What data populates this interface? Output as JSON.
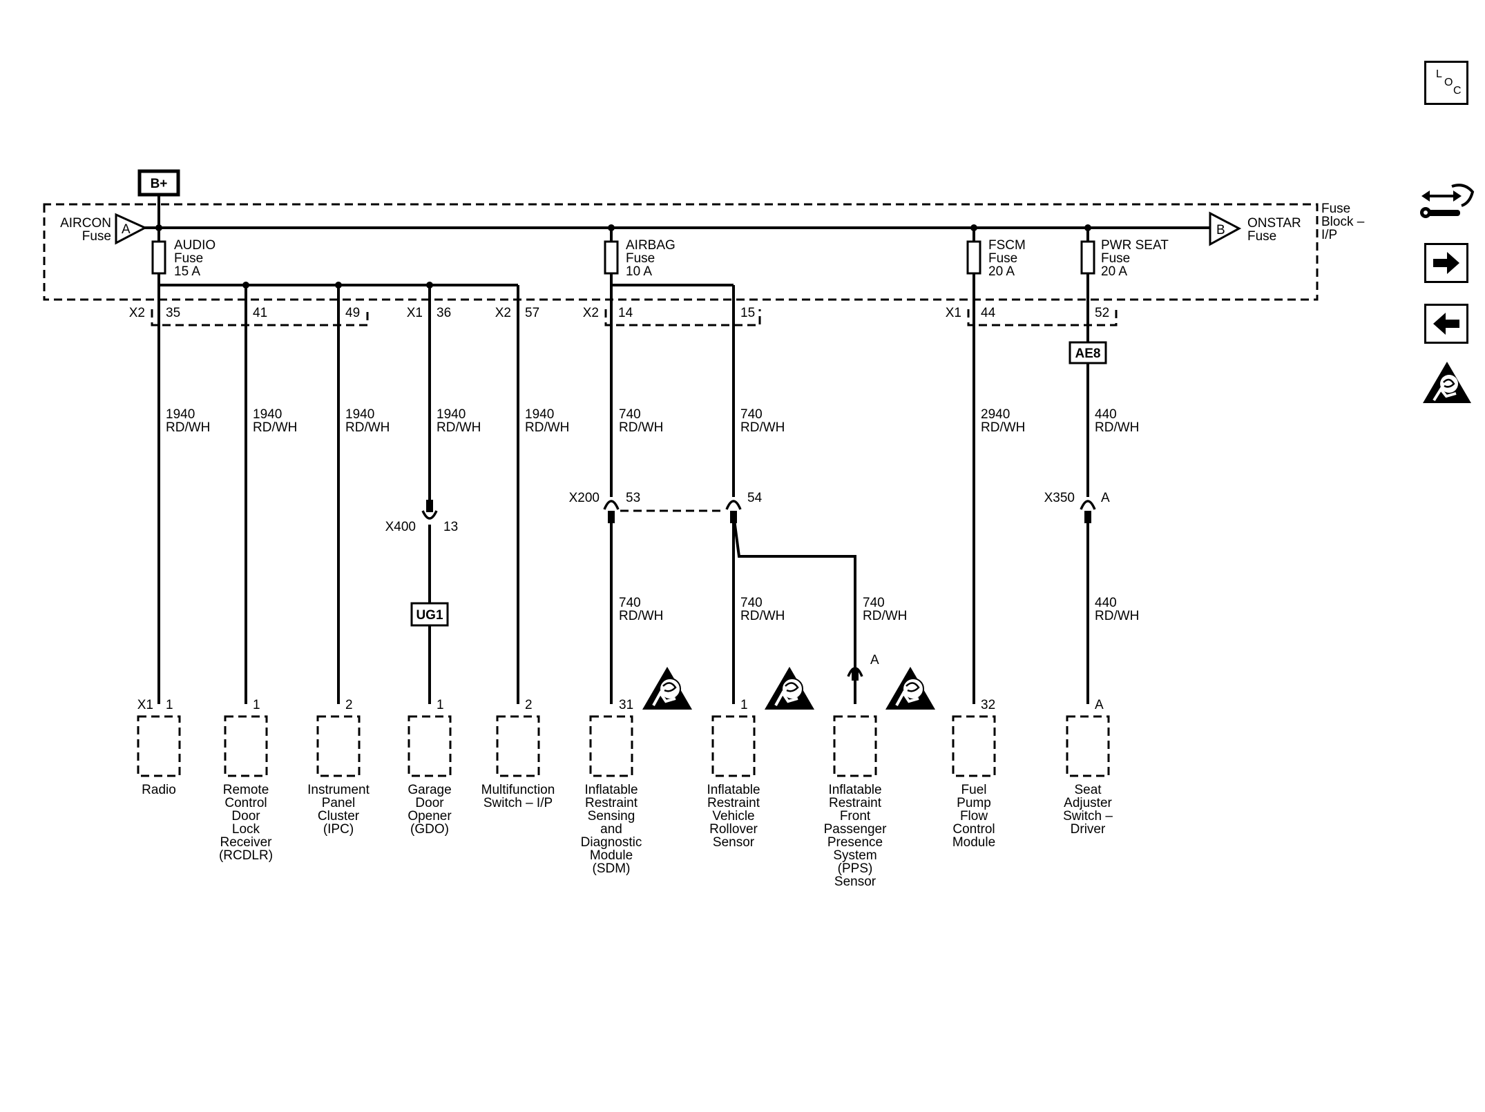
{
  "power_source": "B+",
  "fuse_block": {
    "label": [
      "Fuse",
      "Block –",
      "I/P"
    ]
  },
  "feeds": {
    "left": {
      "name": "AIRCON",
      "sub": "Fuse",
      "letter": "A"
    },
    "right": {
      "name": "ONSTAR",
      "sub": "Fuse",
      "letter": "B"
    }
  },
  "fuses": [
    {
      "name": "AUDIO",
      "sub": "Fuse",
      "rating": "15 A"
    },
    {
      "name": "AIRBAG",
      "sub": "Fuse",
      "rating": "10 A"
    },
    {
      "name": "FSCM",
      "sub": "Fuse",
      "rating": "20 A"
    },
    {
      "name": "PWR SEAT",
      "sub": "Fuse",
      "rating": "20 A"
    }
  ],
  "connectors_top": [
    {
      "conn": "X2",
      "pin": "35"
    },
    {
      "conn": "",
      "pin": "41"
    },
    {
      "conn": "",
      "pin": "49"
    },
    {
      "conn": "X1",
      "pin": "36"
    },
    {
      "conn": "X2",
      "pin": "57"
    },
    {
      "conn": "X2",
      "pin": "14"
    },
    {
      "conn": "",
      "pin": "15"
    },
    {
      "conn": "X1",
      "pin": "44"
    },
    {
      "conn": "",
      "pin": "52"
    }
  ],
  "wires_upper": [
    {
      "circuit": "1940",
      "color": "RD/WH"
    },
    {
      "circuit": "1940",
      "color": "RD/WH"
    },
    {
      "circuit": "1940",
      "color": "RD/WH"
    },
    {
      "circuit": "1940",
      "color": "RD/WH"
    },
    {
      "circuit": "1940",
      "color": "RD/WH"
    },
    {
      "circuit": "740",
      "color": "RD/WH"
    },
    {
      "circuit": "740",
      "color": "RD/WH"
    },
    {
      "circuit": "2940",
      "color": "RD/WH"
    },
    {
      "circuit": "440",
      "color": "RD/WH"
    }
  ],
  "inline_connectors": [
    {
      "name": "X400",
      "pin": "13"
    },
    {
      "name": "X200",
      "pin": "53"
    },
    {
      "name": "",
      "pin": "54"
    },
    {
      "name": "X350",
      "pin": "A"
    }
  ],
  "splices": [
    {
      "name": "UG1"
    },
    {
      "name": "AE8"
    }
  ],
  "wires_lower": [
    {
      "circuit": "740",
      "color": "RD/WH"
    },
    {
      "circuit": "740",
      "color": "RD/WH"
    },
    {
      "circuit": "740",
      "color": "RD/WH"
    },
    {
      "circuit": "440",
      "color": "RD/WH"
    }
  ],
  "pps_pin": "A",
  "components": [
    {
      "conn": "X1",
      "pin": "1",
      "name": [
        "Radio"
      ]
    },
    {
      "conn": "",
      "pin": "1",
      "name": [
        "Remote",
        "Control",
        "Door",
        "Lock",
        "Receiver",
        "(RCDLR)"
      ]
    },
    {
      "conn": "",
      "pin": "2",
      "name": [
        "Instrument",
        "Panel",
        "Cluster",
        "(IPC)"
      ]
    },
    {
      "conn": "",
      "pin": "1",
      "name": [
        "Garage",
        "Door",
        "Opener",
        "(GDO)"
      ]
    },
    {
      "conn": "",
      "pin": "2",
      "name": [
        "Multifunction",
        "Switch – I/P"
      ]
    },
    {
      "conn": "",
      "pin": "31",
      "name": [
        "Inflatable",
        "Restraint",
        "Sensing",
        "and",
        "Diagnostic",
        "Module",
        "(SDM)"
      ]
    },
    {
      "conn": "",
      "pin": "1",
      "name": [
        "Inflatable",
        "Restraint",
        "Vehicle",
        "Rollover",
        "Sensor"
      ]
    },
    {
      "conn": "",
      "pin": "",
      "name": [
        "Inflatable",
        "Restraint",
        "Front",
        "Passenger",
        "Presence",
        "System",
        "(PPS)",
        "Sensor"
      ]
    },
    {
      "conn": "",
      "pin": "32",
      "name": [
        "Fuel",
        "Pump",
        "Flow",
        "Control",
        "Module"
      ]
    },
    {
      "conn": "",
      "pin": "A",
      "name": [
        "Seat",
        "Adjuster",
        "Switch –",
        "Driver"
      ]
    }
  ],
  "side_nav": {
    "loc_button": {
      "letters": [
        "L",
        "O",
        "C"
      ]
    },
    "icons": [
      "connector-info-icon",
      "forward-arrow-icon",
      "back-arrow-icon",
      "airbag-warning-icon"
    ]
  }
}
